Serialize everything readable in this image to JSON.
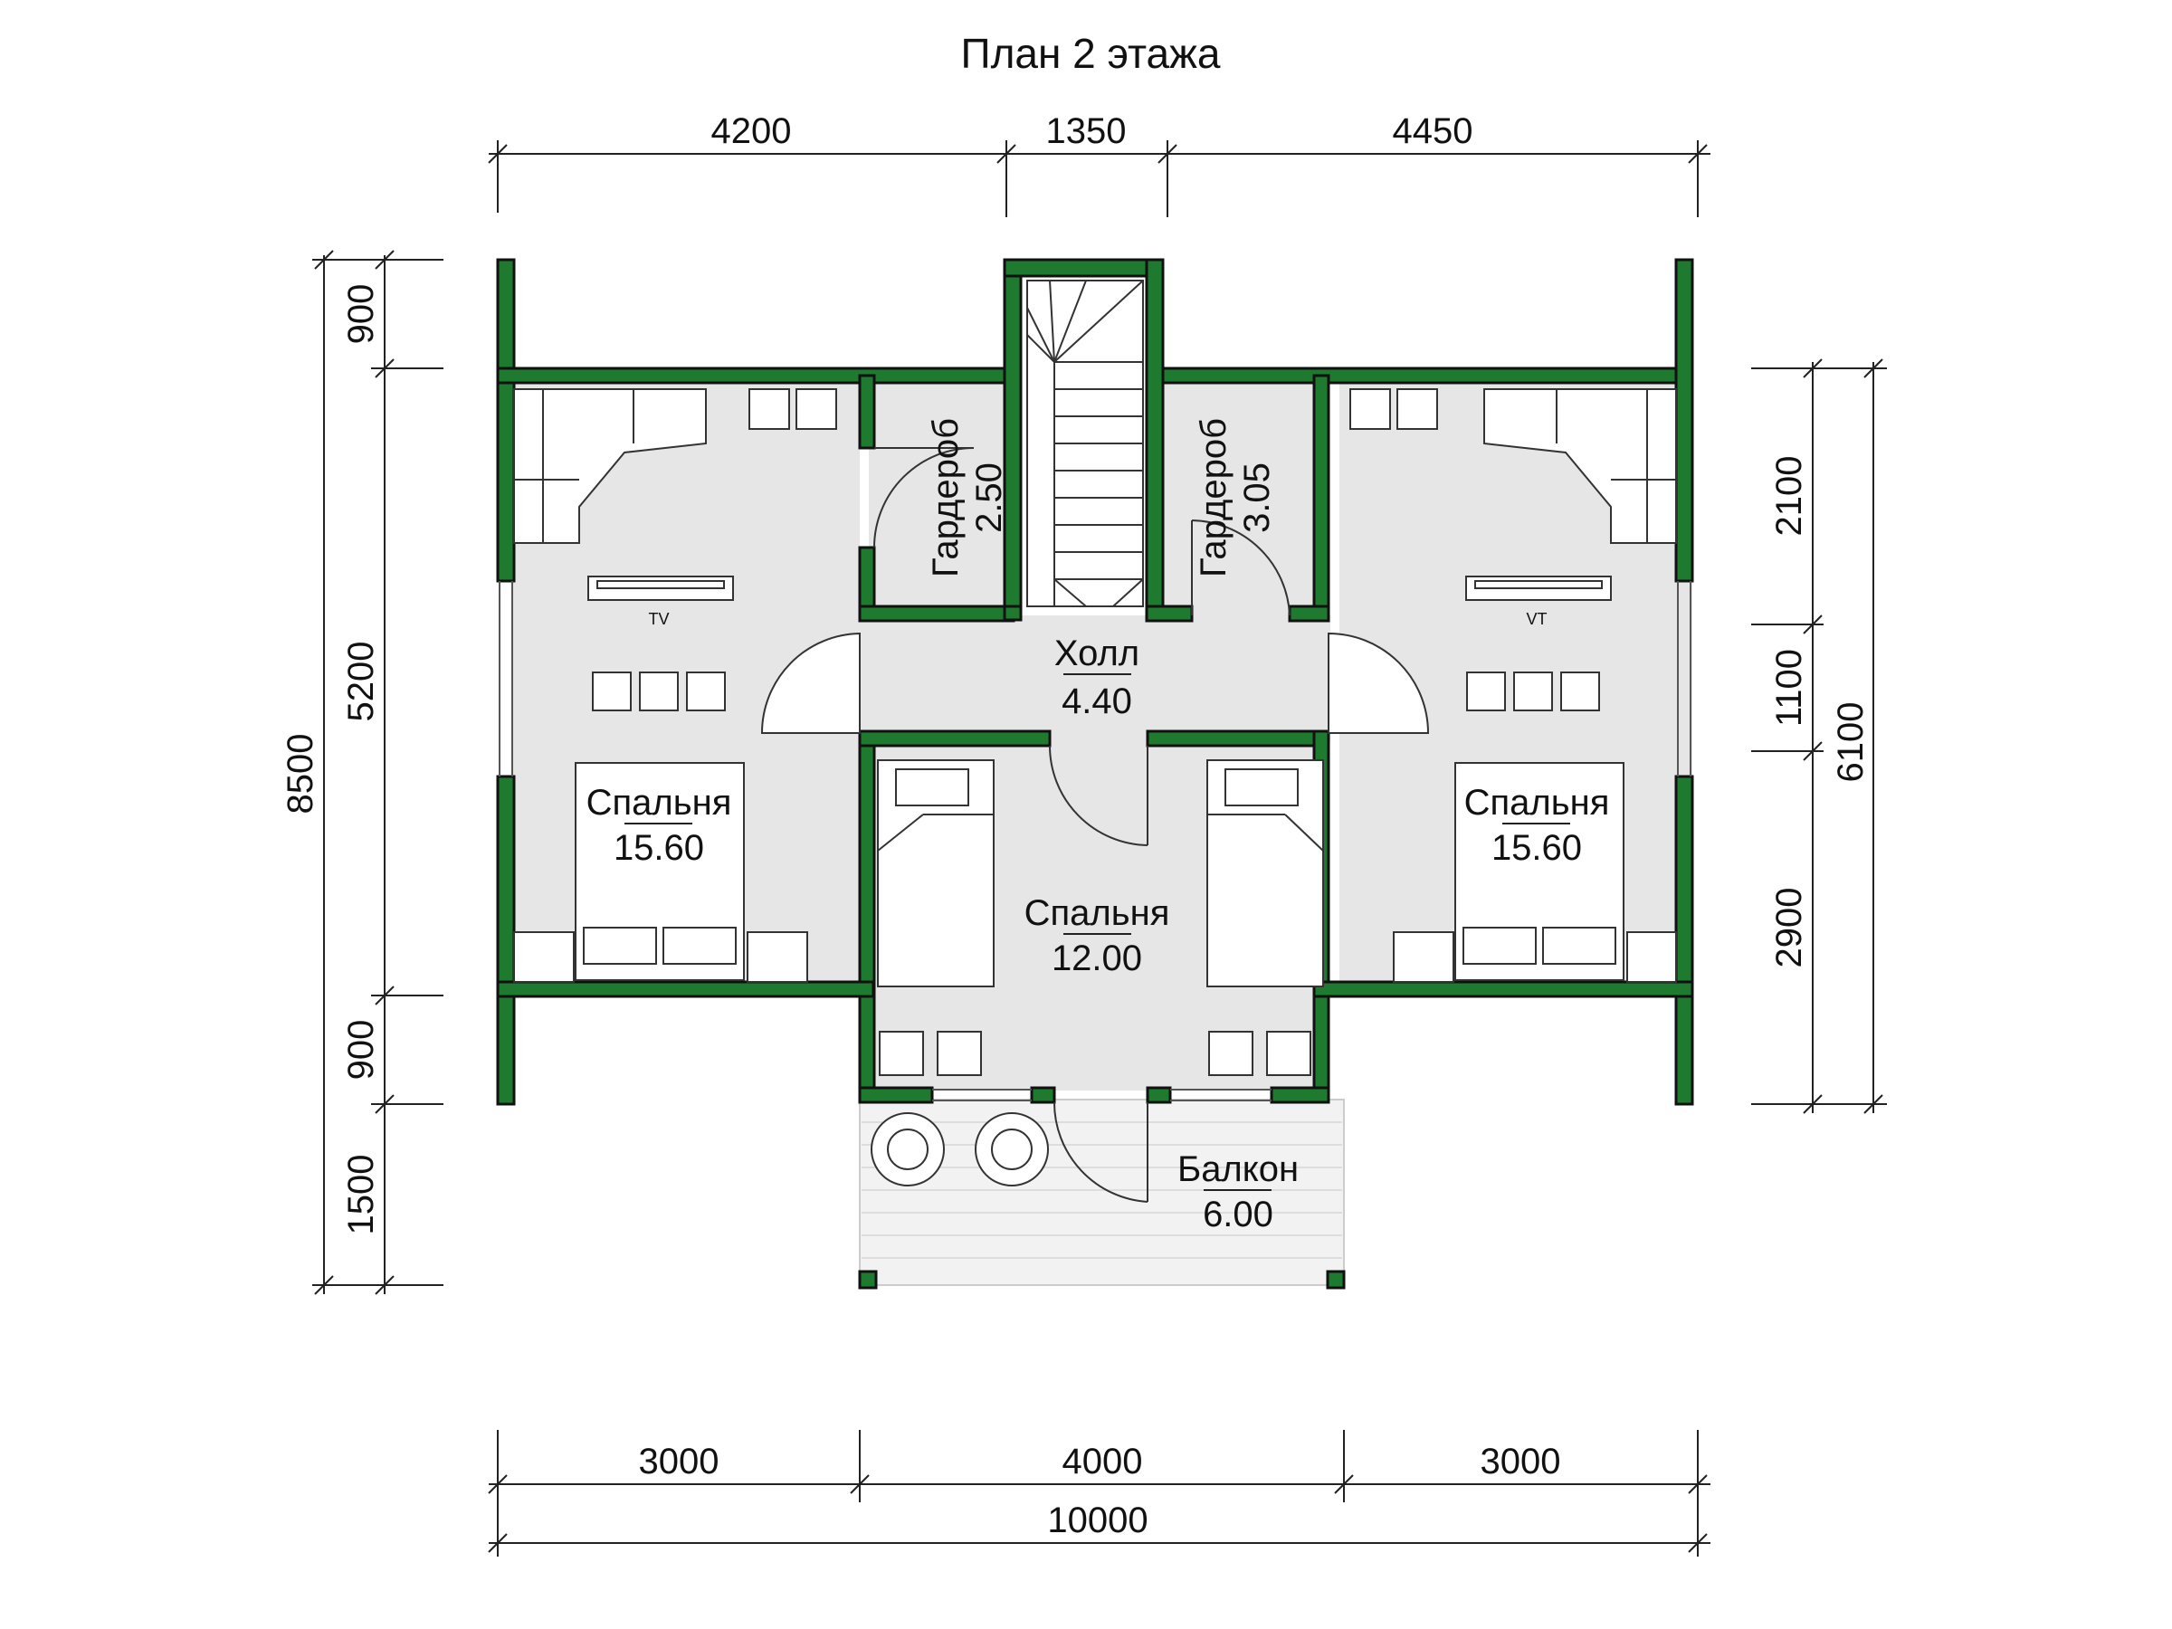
{
  "title": "План 2 этажа",
  "dimensions": {
    "top": [
      "4200",
      "1350",
      "4450"
    ],
    "bottom": [
      "3000",
      "4000",
      "3000"
    ],
    "bottom_total": "10000",
    "left_outer": "8500",
    "left_inner": [
      "900",
      "5200",
      "900",
      "1500"
    ],
    "right_outer": "6100",
    "right_inner": [
      "2100",
      "1100",
      "2900"
    ]
  },
  "rooms": {
    "wardrobe_left": {
      "name": "Гардероб",
      "area": "2.50"
    },
    "wardrobe_right": {
      "name": "Гардероб",
      "area": "3.05"
    },
    "hall": {
      "name": "Холл",
      "area": "4.40"
    },
    "bedroom_left": {
      "name": "Спальня",
      "area": "15.60"
    },
    "bedroom_right": {
      "name": "Спальня",
      "area": "15.60"
    },
    "bedroom_center": {
      "name": "Спальня",
      "area": "12.00"
    },
    "balcony": {
      "name": "Балкон",
      "area": "6.00"
    }
  },
  "tv_labels": {
    "left": "TV",
    "right": "VT"
  },
  "colors": {
    "wall": "#1e7a2e",
    "floor": "#e6e6e6",
    "balcony_floor": "#f0f0f0"
  }
}
